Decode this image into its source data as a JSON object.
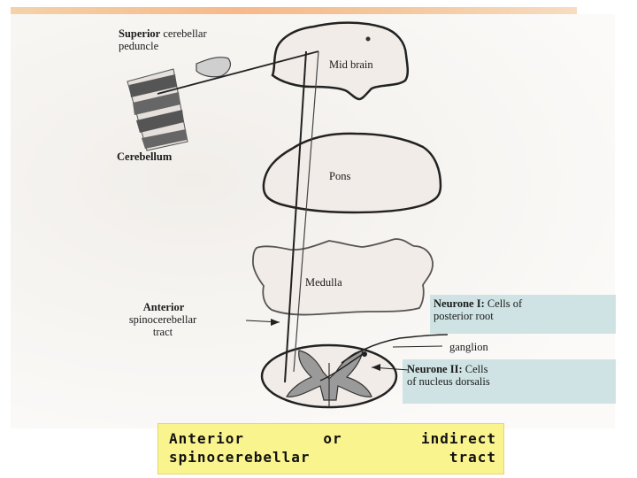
{
  "diagram": {
    "labels": {
      "superior": "Superior",
      "cerebellar_peduncle": "cerebellar\npeduncle",
      "cerebellum": "Cerebellum",
      "midbrain": "Mid brain",
      "pons": "Pons",
      "medulla": "Medulla",
      "anterior": "Anterior",
      "spinocerebellar_tract": "spinocerebellar\ntract",
      "neurone1_title": "Neurone I:",
      "neurone1_desc": "Cells of",
      "neurone1_desc2": "posterior root",
      "ganglion": "ganglion",
      "neurone2_title": "Neurone II:",
      "neurone2_desc": "Cells",
      "neurone2_desc2": "of nucleus dorsalis"
    },
    "caption": "Anterior or indirect spinocerebellar tract"
  },
  "colors": {
    "caption_bg": "#f9f48e",
    "neurone_box": "#cfe3e4",
    "section_fill": "#f2ece8",
    "grey_matter": "#9a9a9a"
  }
}
